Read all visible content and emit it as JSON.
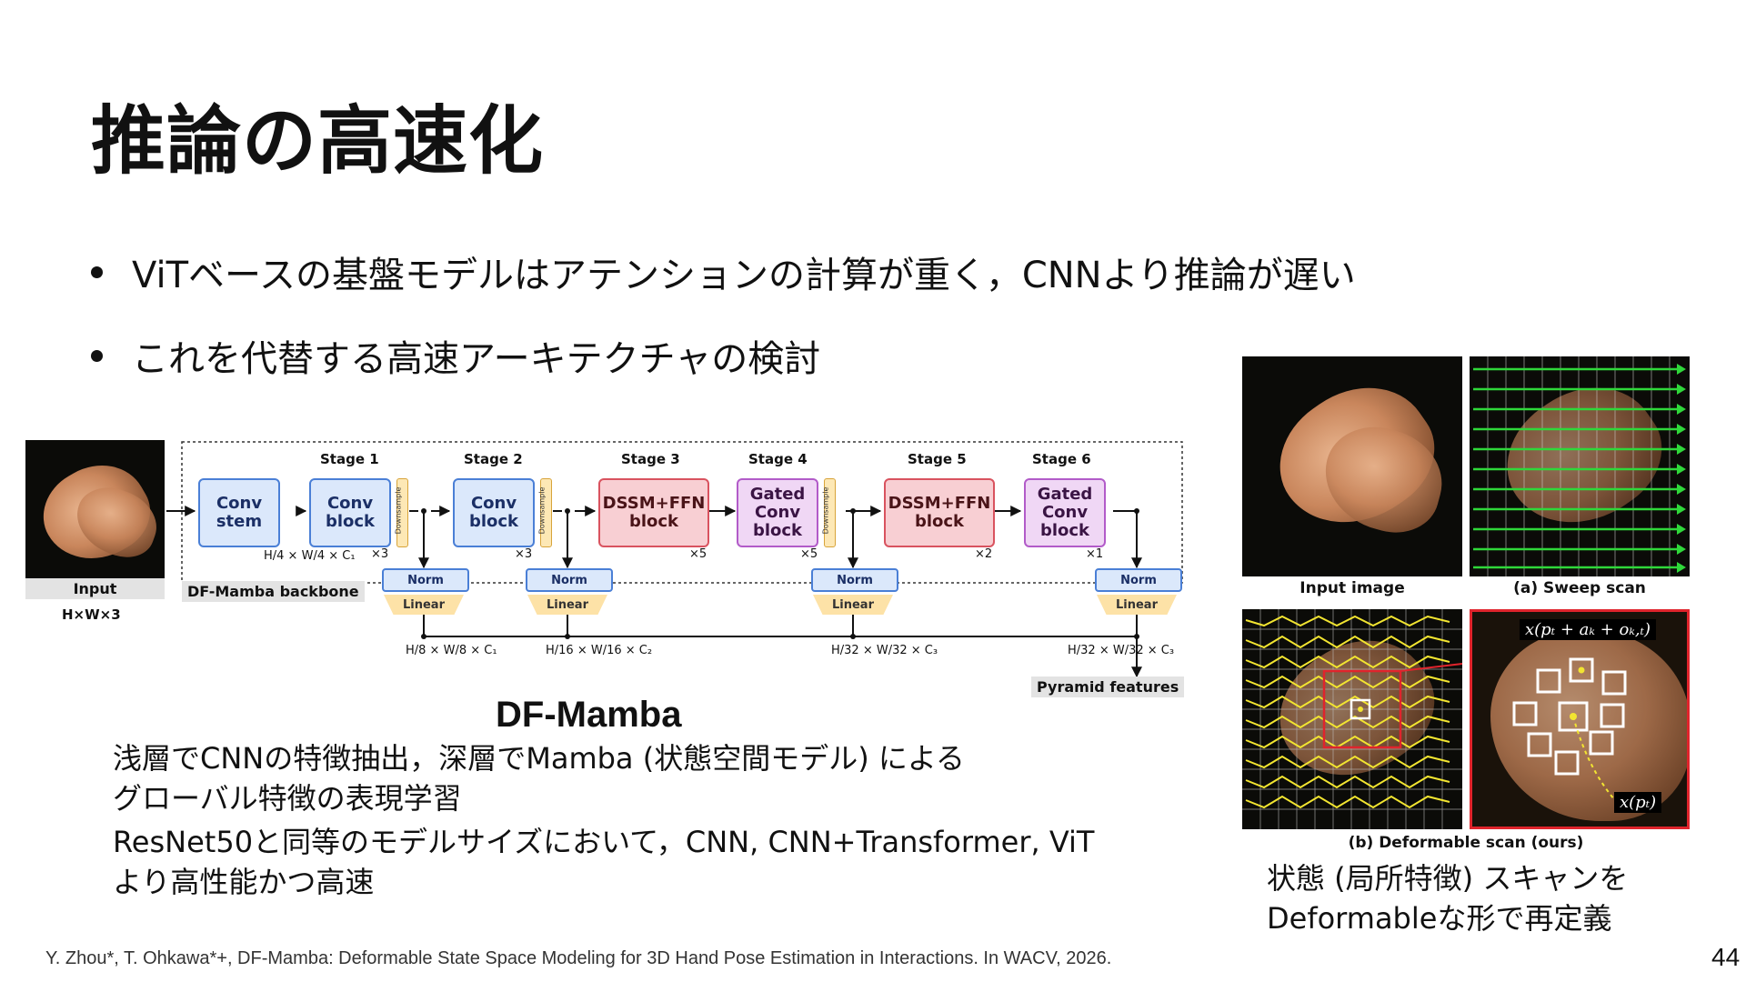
{
  "title": "推論の高速化",
  "bullets": [
    "ViTベースの基盤モデルはアテンションの計算が重く，CNNより推論が遅い",
    "これを代替する高速アーキテクチャの検討"
  ],
  "diagram": {
    "input_label": "Input",
    "input_size": "H×W×3",
    "backbone_label": "DF-Mamba backbone",
    "stages": [
      "Stage 1",
      "Stage 2",
      "Stage 3",
      "Stage 4",
      "Stage 5",
      "Stage 6"
    ],
    "blocks": [
      "Conv stem",
      "Conv block",
      "Conv block",
      "DSSM+FFN block",
      "Gated Conv block",
      "DSSM+FFN block",
      "Gated Conv block"
    ],
    "repeats": [
      "×3",
      "×3",
      "×5",
      "×5",
      "×2",
      "×1"
    ],
    "downsample": "Downsample",
    "norm": "Norm",
    "linear": "Linear",
    "stem_dims": "H/4 × W/4 × C₁",
    "out_dims": [
      "H/8 × W/8 × C₁",
      "H/16 × W/16 × C₂",
      "H/32 × W/32 × C₃",
      "H/32 × W/32 × C₃"
    ],
    "pyramid_label": "Pyramid features",
    "name": "DF-Mamba"
  },
  "description_1": [
    "浅層でCNNの特徴抽出，深層でMamba (状態空間モデル) による",
    "グローバル特徴の表現学習"
  ],
  "description_2": [
    "ResNet50と同等のモデルサイズにおいて，CNN, CNN+Transformer, ViT",
    "より高性能かつ高速"
  ],
  "scan_figure": {
    "input_caption": "Input image",
    "sweep_caption": "(a) Sweep scan",
    "deform_caption": "(b) Deformable scan (ours)",
    "formula_top": "x(pₜ + aₖ + oₖ,ₜ)",
    "formula_bottom": "x(pₜ)"
  },
  "scan_description": [
    "状態 (局所特徴) スキャンを",
    "Deformableな形で再定義"
  ],
  "footer": "Y. Zhou*, T. Ohkawa*+, DF-Mamba: Deformable State Space Modeling for 3D Hand Pose Estimation in Interactions. In WACV, 2026.",
  "page_number": "44",
  "colors": {
    "conv": "#dbe8fb",
    "dssm": "#f8cfd3",
    "gated": "#f0d7f5",
    "grid_green": "#2fd83a",
    "grid_yellow": "#f2e531",
    "highlight_red": "#e0242c"
  }
}
